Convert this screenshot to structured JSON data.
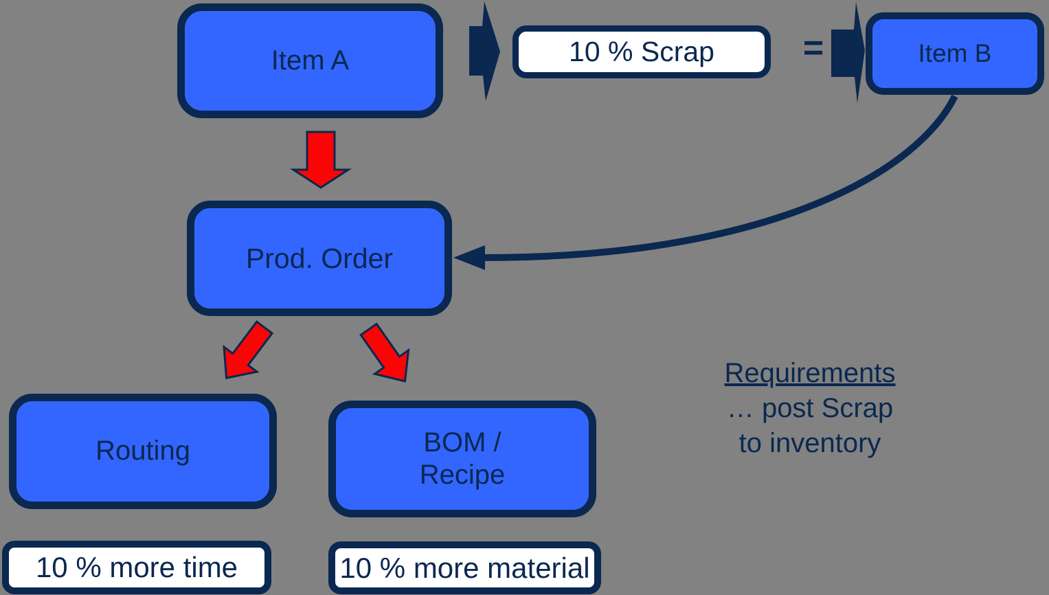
{
  "colors": {
    "background": "#828282",
    "node_fill": "#3366FF",
    "navy": "#0A2850",
    "callout_fill": "#FFFFFF",
    "red_arrow": "#FA0505"
  },
  "nodes": {
    "item_a": "Item A",
    "item_b": "Item B",
    "prod_order": "Prod. Order",
    "routing": "Routing",
    "bom_line1": "BOM /",
    "bom_line2": "Recipe"
  },
  "callouts": {
    "scrap": "10 % Scrap",
    "more_time": "10 % more time",
    "more_material": "10 % more material"
  },
  "operators": {
    "equals": "="
  },
  "note": {
    "title": "Requirements",
    "line2": "… post Scrap",
    "line3": "to inventory"
  }
}
